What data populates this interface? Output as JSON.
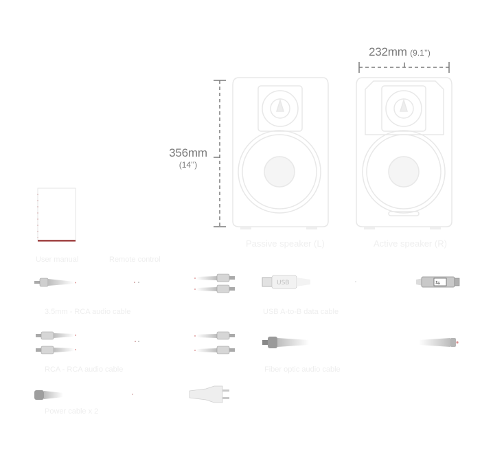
{
  "dimensions": {
    "width_main": "232mm",
    "width_sub": "(9.1’’)",
    "height_main": "356mm",
    "height_sub": "(14’’)"
  },
  "speakers": {
    "left_label": "Passive speaker (L)",
    "right_label": "Active speaker (R)"
  },
  "accessories": {
    "user_manual": "User manual",
    "remote_control": "Remote control",
    "cable_35mm_rca": "3.5mm - RCA audio cable",
    "cable_usb": "USB A-to-B data cable",
    "cable_rca_rca": "RCA - RCA audio cable",
    "cable_fiber": "Fiber optic audio cable",
    "power_cable": "Power cable x 2"
  },
  "colors": {
    "accent": "#8b1a1a",
    "dimension_line": "#7a7a7a",
    "outline": "#e6e6e6",
    "faint_text": "#eeeeee"
  }
}
